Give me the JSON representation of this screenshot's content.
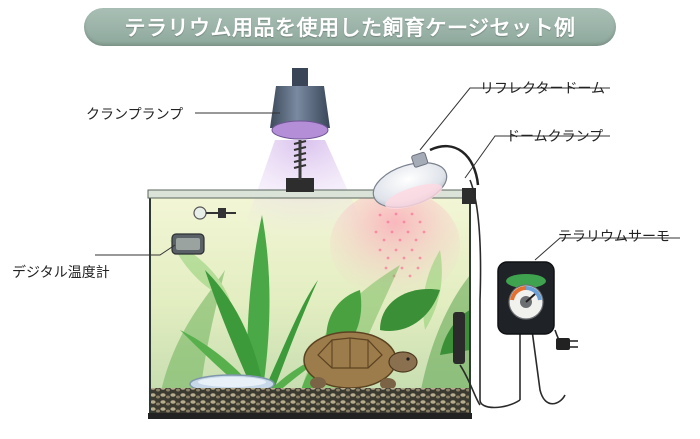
{
  "title": "テラリウム用品を使用した飼育ケージセット例",
  "labels": {
    "clamp_lamp": "クランプランプ",
    "reflector_dome": "リフレクタードーム",
    "dome_clamp": "ドームクランプ",
    "terrarium_thermo": "テラリウムサーモ",
    "digital_thermometer": "デジタル温度計"
  },
  "colors": {
    "banner": "#97afa3",
    "lamp_body": "#4d5d70",
    "lamp_glow": "#b48fd8",
    "plant_green": "#3f9a3a",
    "tank_water": "#e8f0c8",
    "turtle_shell": "#9c7c4a"
  }
}
